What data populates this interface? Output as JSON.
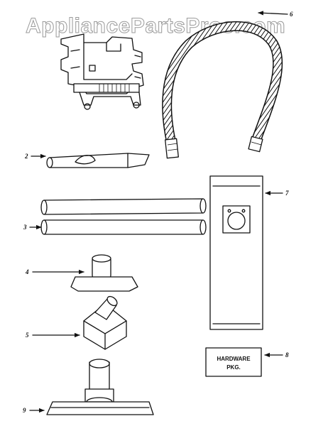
{
  "watermark": "AppliancePartsPros.com",
  "callouts": {
    "c2": "2",
    "c3": "3",
    "c4": "4",
    "c5": "5",
    "c6": "6",
    "c7": "7",
    "c8": "8",
    "c9": "9"
  },
  "hardware_box": {
    "line1": "HARDWARE",
    "line2": "PKG."
  }
}
